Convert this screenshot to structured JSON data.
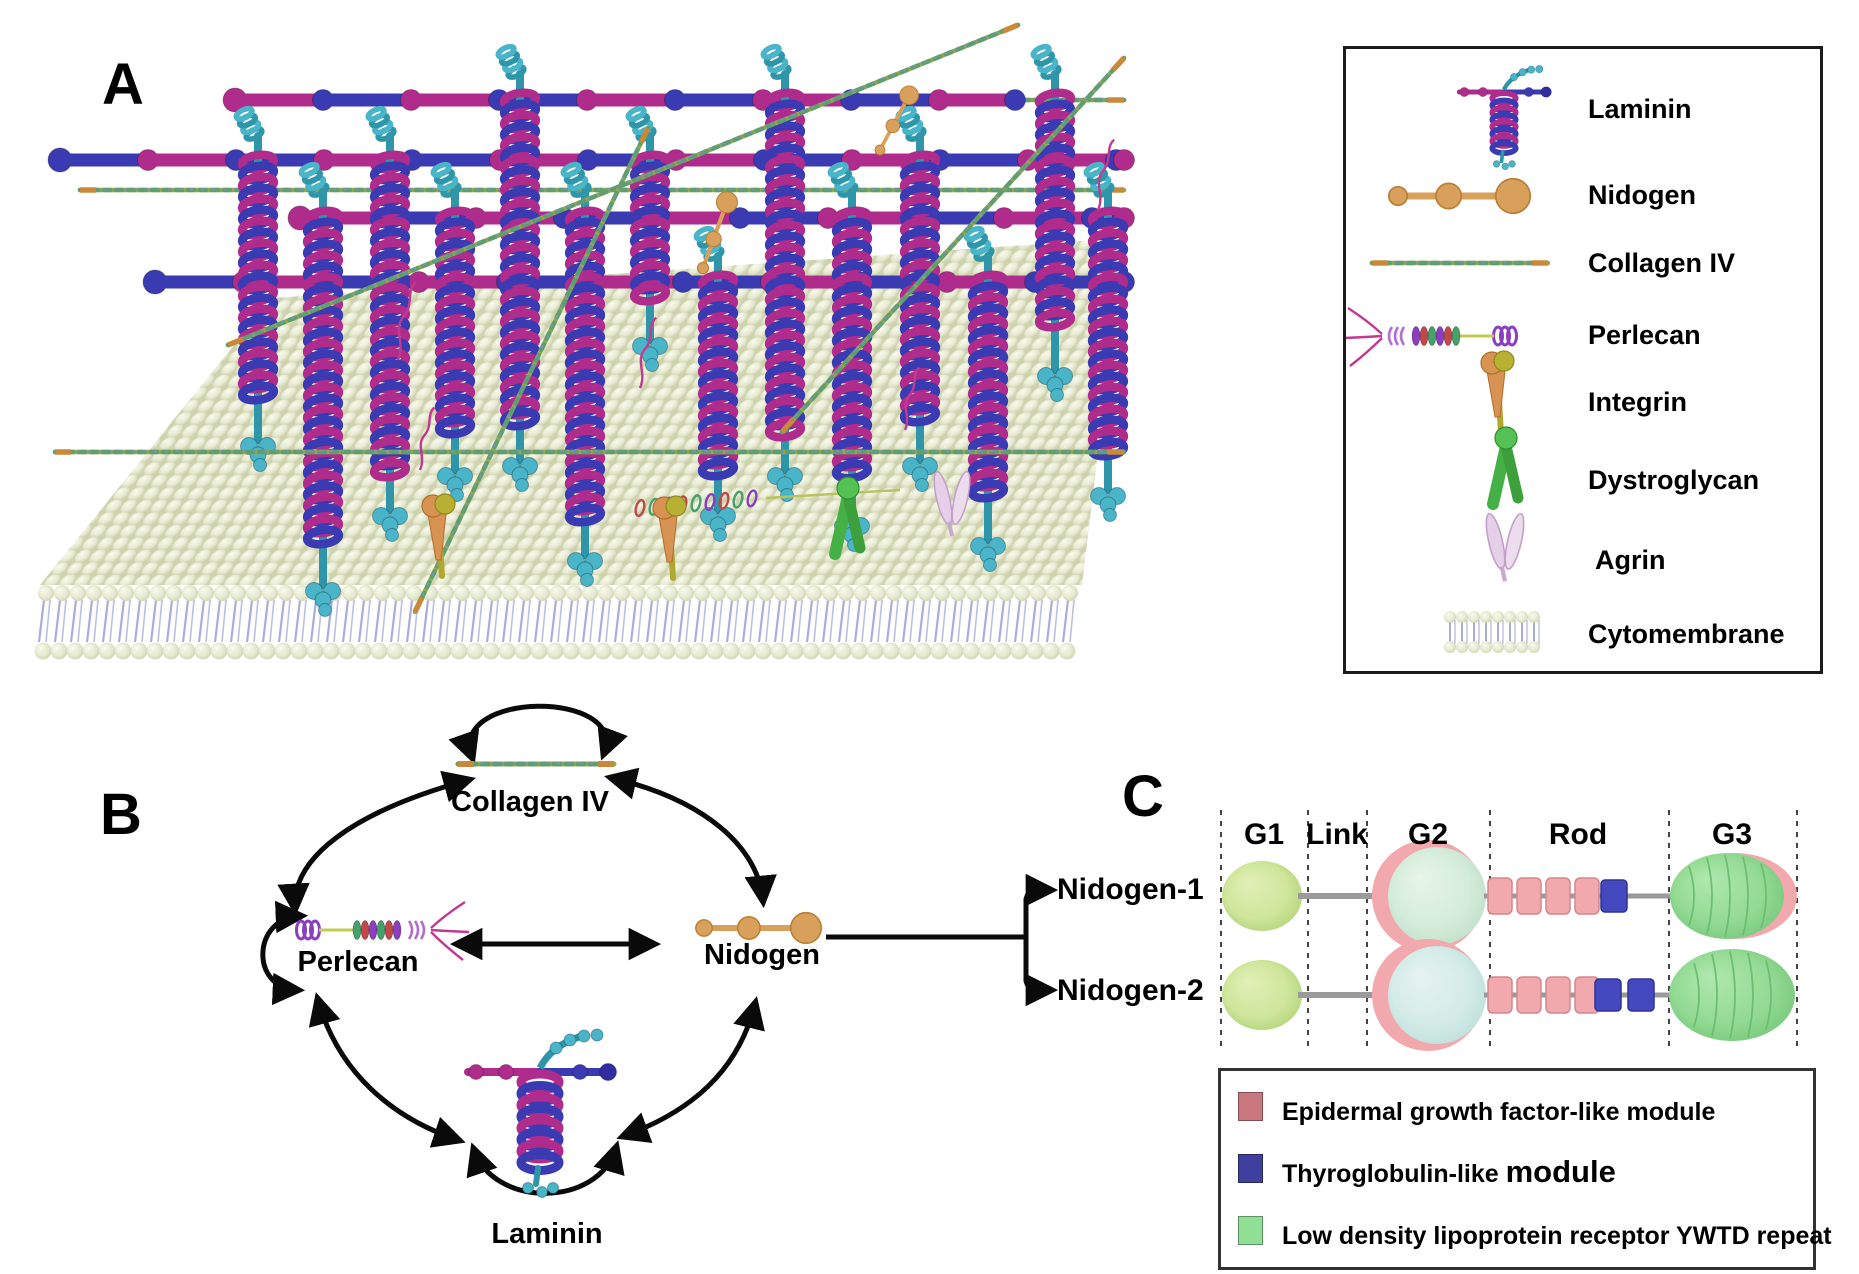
{
  "figure_labels": {
    "a": "A",
    "b": "B",
    "c": "C"
  },
  "legend_a": {
    "items": [
      {
        "icon": "laminin-icon",
        "label": "Laminin"
      },
      {
        "icon": "nidogen-icon",
        "label": "Nidogen"
      },
      {
        "icon": "collagen-iv-icon",
        "label": "Collagen IV"
      },
      {
        "icon": "perlecan-icon",
        "label": "Perlecan"
      },
      {
        "icon": "integrin-icon",
        "label": "Integrin"
      },
      {
        "icon": "dystroglycan-icon",
        "label": "Dystroglycan"
      },
      {
        "icon": "agrin-icon",
        "label": "Agrin"
      },
      {
        "icon": "cytomembrane-icon",
        "label": "Cytomembrane"
      }
    ]
  },
  "panel_b": {
    "nodes": {
      "collagen": "Collagen IV",
      "perlecan": "Perlecan",
      "nidogen": "Nidogen",
      "laminin": "Laminin"
    },
    "branches": {
      "nidogen1": "Nidogen-1",
      "nidogen2": "Nidogen-2"
    }
  },
  "panel_c": {
    "domains": [
      "G1",
      "Link",
      "G2",
      "Rod",
      "G3"
    ],
    "legend": [
      {
        "color": "#c9797e",
        "label": "Epidermal growth factor-like module",
        "label2": ""
      },
      {
        "color": "#3f3f9d",
        "label": "Thyroglobulin-like ",
        "label2": "module"
      },
      {
        "color": "#8fdf95",
        "label": "Low density lipoprotein receptor YWTD repeat",
        "label2": ""
      }
    ]
  },
  "colors": {
    "magenta": "#b02c8c",
    "blue": "#3a3ab2",
    "blue_dark": "#2e2ea0",
    "teal": "#2f96aa",
    "teal_light": "#4ab4c8",
    "membrane": "#e7ead2",
    "tails": "#a9addc",
    "nidogen_orange": "#d9a05c",
    "collagen_olive": "#9aa84a",
    "collagen_green": "#5f9e70",
    "collagen_tip": "#c88a3a",
    "egf_pink": "#f2a9ad",
    "thyro_blue": "#4549c0",
    "ywtd_green": "#8fd88f",
    "arrow": "#0a0a0a"
  }
}
